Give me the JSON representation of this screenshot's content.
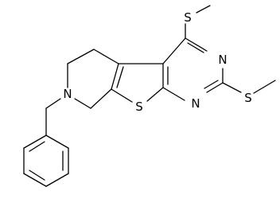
{
  "atoms": {
    "n_piperidine": "N",
    "s_thiophene": "S",
    "n_pyrimidine_upper": "N",
    "n_pyrimidine_lower": "N",
    "s_methylthio_top": "S",
    "s_methylthio_right": "S"
  },
  "colors": {
    "bond": "#000000",
    "label": "#000000",
    "background": "#ffffff"
  }
}
